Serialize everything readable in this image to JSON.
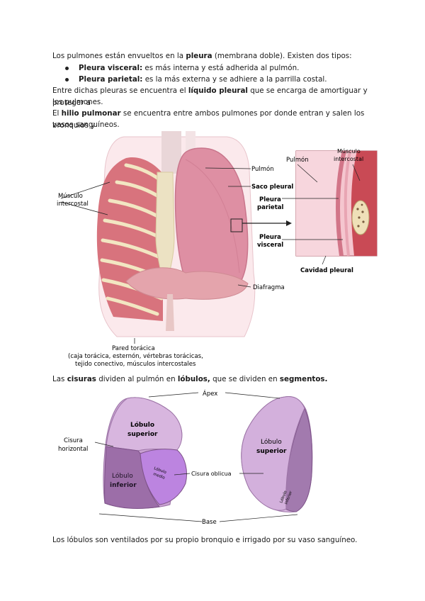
{
  "intro": {
    "l1_a": "Los pulmones están envueltos en la ",
    "l1_b": "pleura",
    "l1_c": " (membrana doble). Existen dos tipos:",
    "b1_term": "Pleura visceral:",
    "b1_text": " es más interna y está adherida al pulmón.",
    "b2_term": "Pleura parietal:",
    "b2_text": " es la más externa y se adhiere a la parrilla costal.",
    "l4_a": "Entre dichas pleuras se encuentra el ",
    "l4_b": "líquido pleural",
    "l4_c": " que se encarga de amortiguar y proteger a",
    "l5": "los pulmones.",
    "l6_a": "El ",
    "l6_b": "hilio pulmonar",
    "l6_c": " se encuentra entre ambos pulmones por donde entran y salen los bronquios y",
    "l7": "vasos sanguíneos."
  },
  "figure1": {
    "musculo_intercostal_1": "Músculo",
    "musculo_intercostal_2": "intercostal",
    "pulmon": "Pulmón",
    "saco_pleural": "Saco pleural",
    "pleura_parietal_1": "Pleura",
    "pleura_parietal_2": "parietal",
    "pleura_visceral_1": "Pleura",
    "pleura_visceral_2": "visceral",
    "diafragma": "Diafragma",
    "inset_pulmon": "Pulmón",
    "inset_musculo_1": "Músculo",
    "inset_musculo_2": "intercostal",
    "cavidad_pleural": "Cavidad pleural",
    "pared_1": "Pared torácica",
    "pared_2": "(caja torácica, esternón, vértebras torácicas,",
    "pared_3": "tejido conectivo, músculos intercostales"
  },
  "mid": {
    "a": "Las ",
    "b": "cisuras",
    "c": " dividen al pulmón en ",
    "d": "lóbulos,",
    "e": " que se dividen en ",
    "f": "segmentos."
  },
  "figure2": {
    "apex": "Ápex",
    "base": "Base",
    "lobulo_superior_l1": "Lóbulo",
    "lobulo_superior_l2": "superior",
    "cisura_horizontal_1": "Cisura",
    "cisura_horizontal_2": "horizontal",
    "lobulo_medio_1": "Lóbulo",
    "lobulo_medio_2": "medio",
    "lobulo_inferior_l1": "Lóbulo",
    "lobulo_inferior_l2": "inferior",
    "cisura_oblicua": "Cisura oblicua",
    "lobulo_superior_r1": "Lóbulo",
    "lobulo_superior_r2": "superior",
    "lobulo_inferior_r1": "Lóbulo",
    "lobulo_inferior_r2": "inferior"
  },
  "footer": "Los lóbulos son ventilados por su propio bronquio e irrigado por su vaso sanguíneo."
}
